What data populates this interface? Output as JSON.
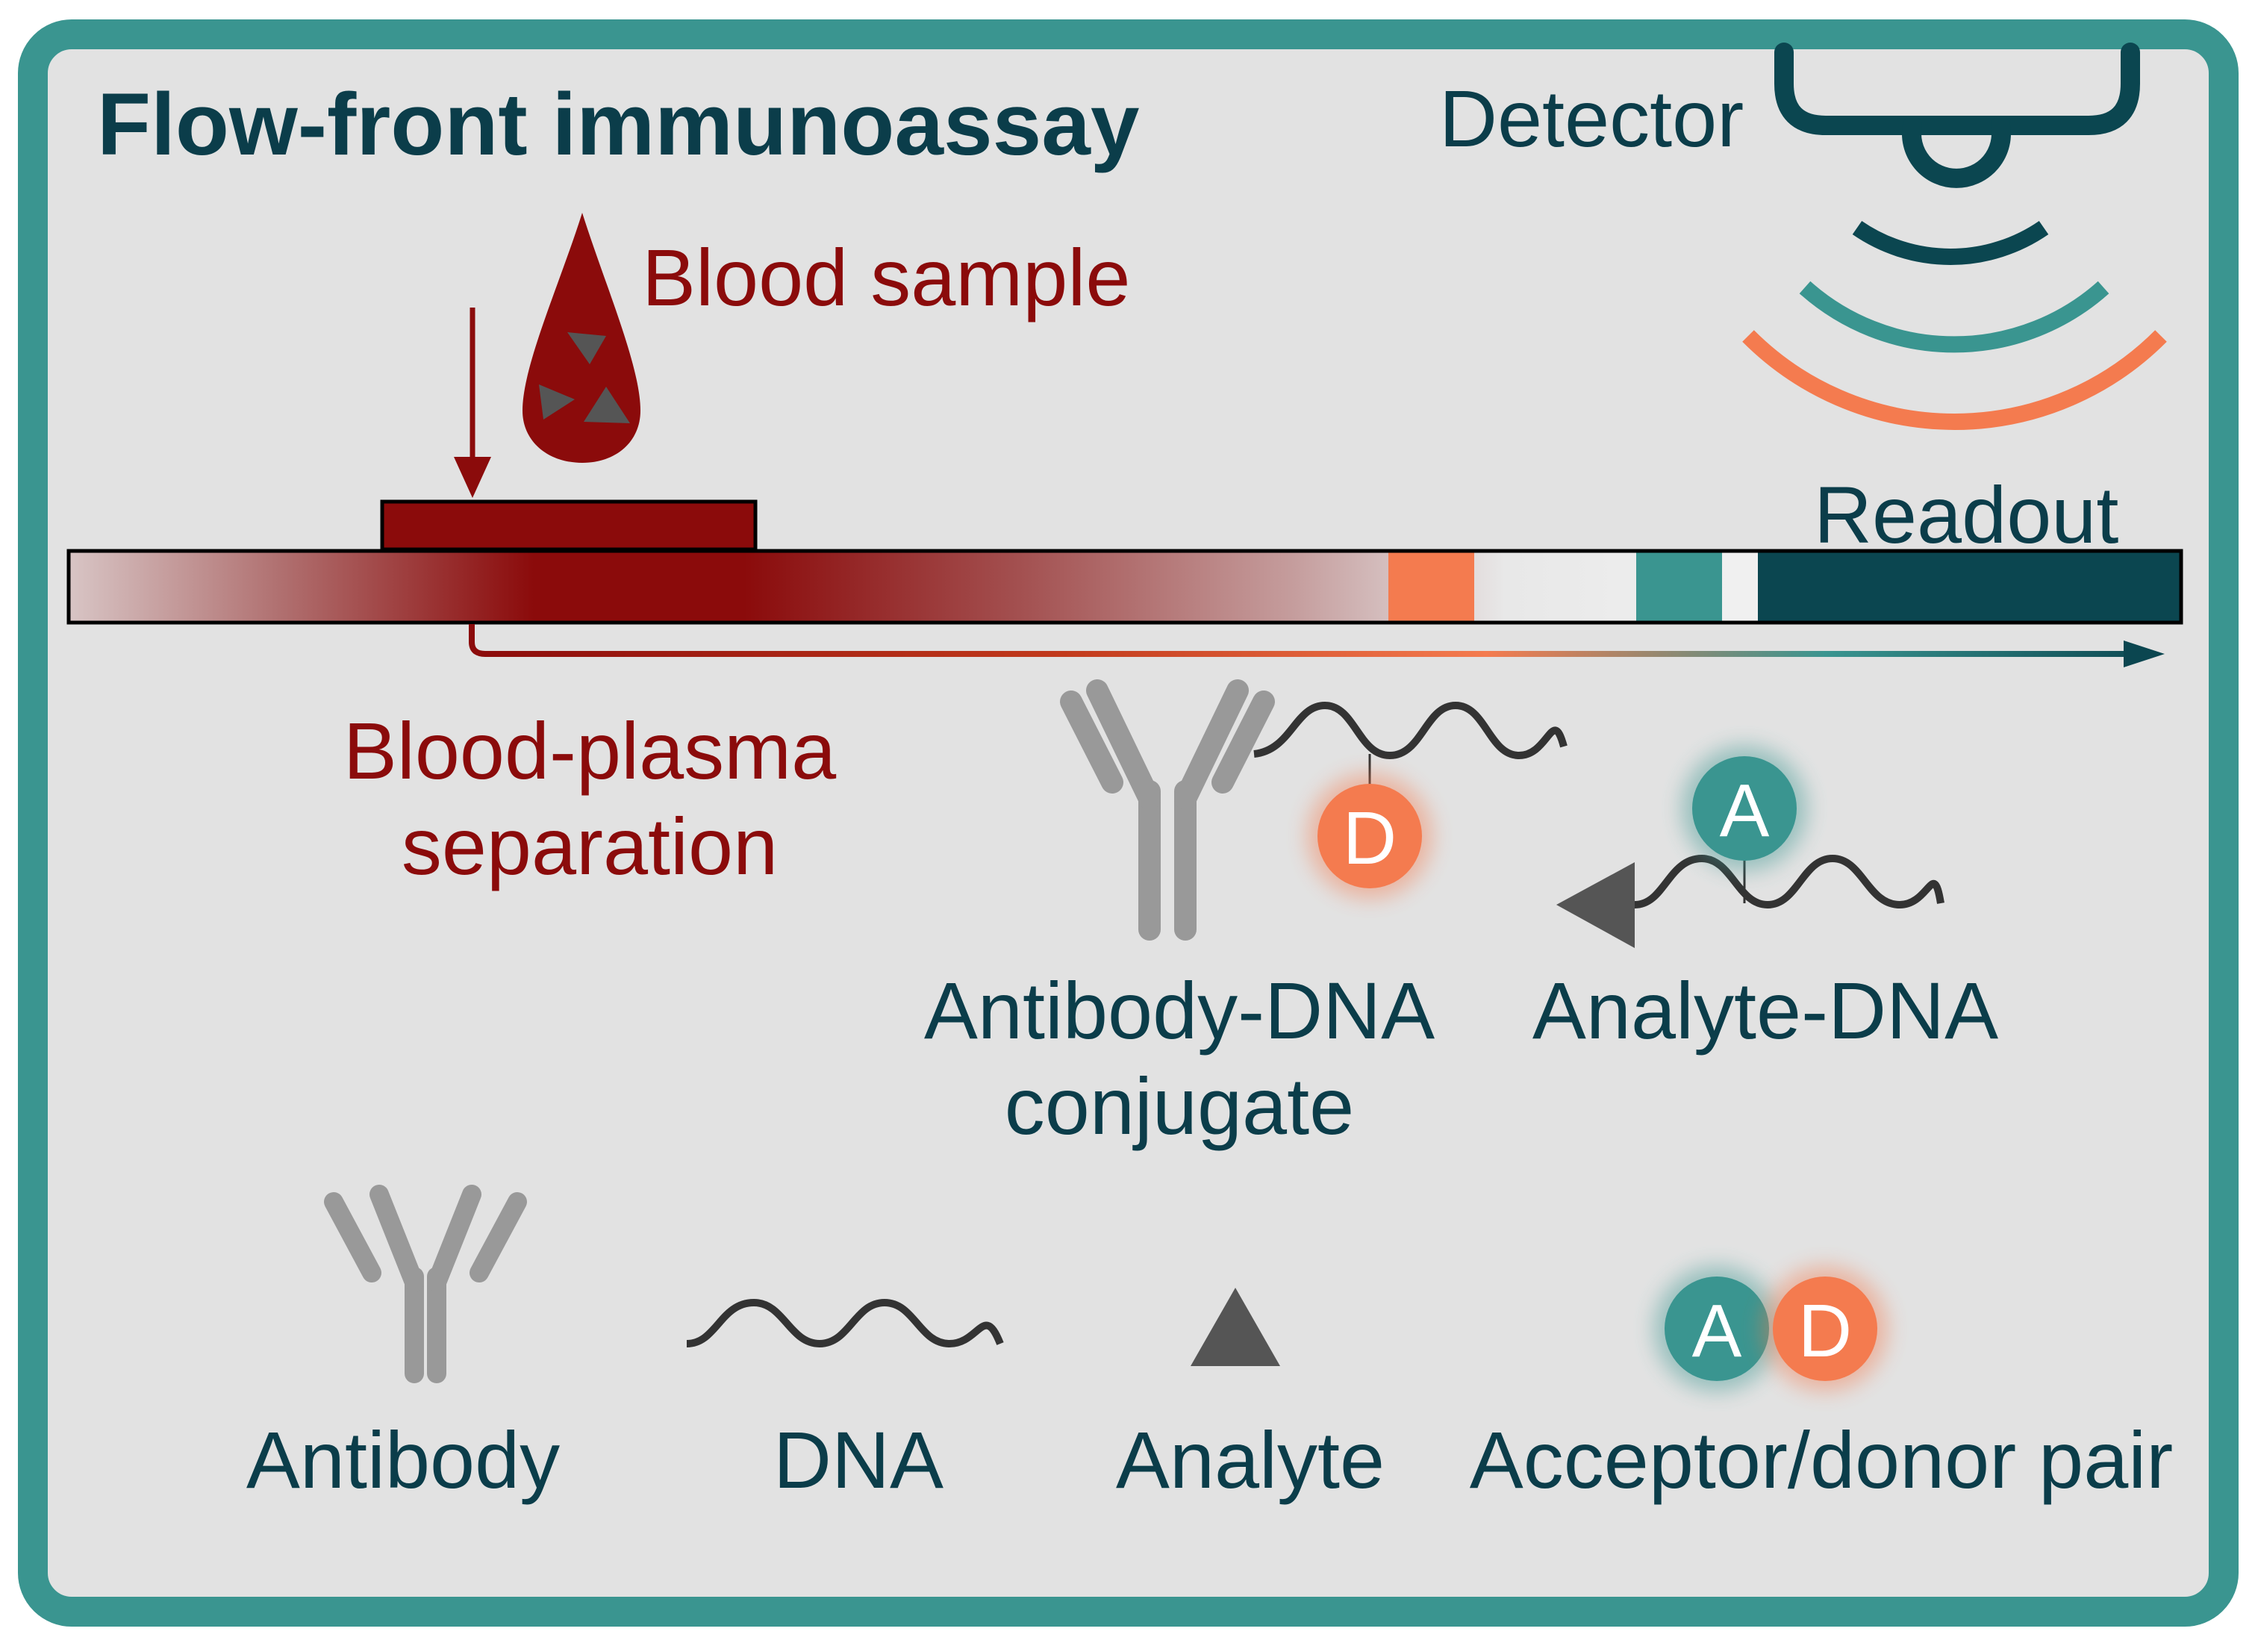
{
  "title": "Flow-front immunoassay",
  "labels": {
    "detector": "Detector",
    "blood_sample": "Blood sample",
    "readout": "Readout",
    "separation_line1": "Blood-plasma",
    "separation_line2": "separation",
    "conjugate_line1": "Antibody-DNA",
    "conjugate_line2": "conjugate",
    "analyte_dna": "Analyte-DNA"
  },
  "badges": {
    "donor": "D",
    "acceptor": "A"
  },
  "legend": {
    "antibody": "Antibody",
    "dna": "DNA",
    "analyte": "Analyte",
    "pair": "Acceptor/donor pair"
  },
  "colors": {
    "frame": "#3a9590",
    "background": "#e2e2e2",
    "dark_teal": "#0b4650",
    "teal": "#3a9590",
    "orange": "#f47b4f",
    "blood_red": "#8b0b0b",
    "antibody_gray": "#999999",
    "analyte_gray": "#555555"
  }
}
